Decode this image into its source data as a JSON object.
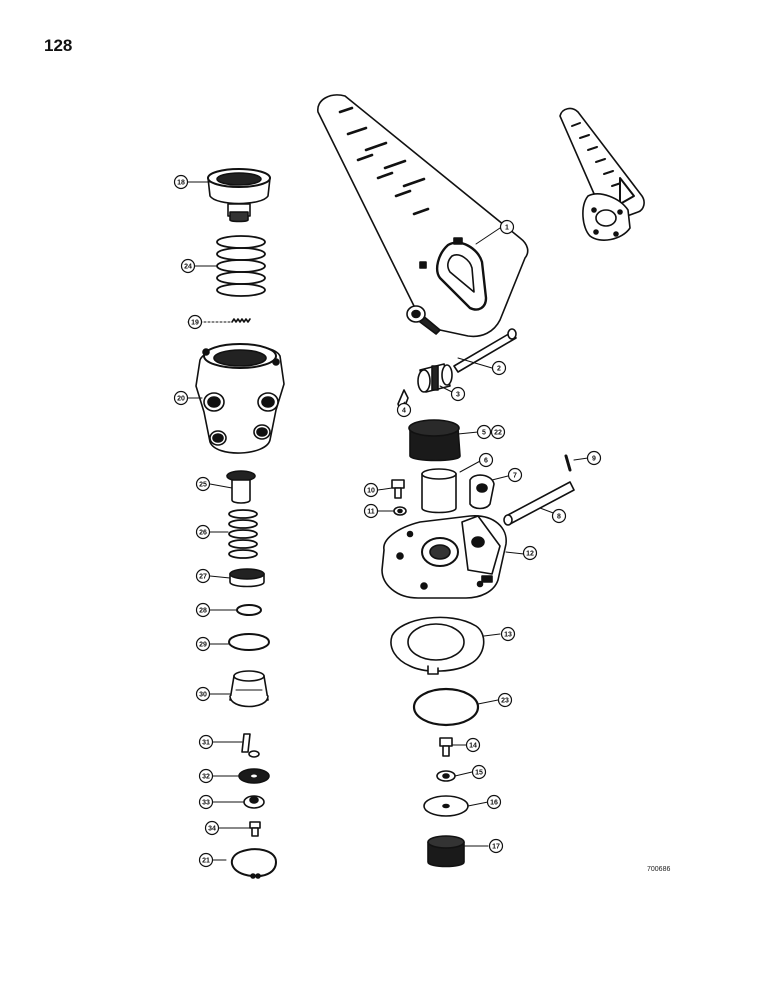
{
  "page": {
    "number": "128",
    "drawing_code": "700686"
  },
  "callouts": [
    "1",
    "2",
    "3",
    "4",
    "5",
    "22",
    "6",
    "7",
    "8",
    "9",
    "10",
    "11",
    "12",
    "13",
    "23",
    "14",
    "15",
    "16",
    "17",
    "18",
    "24",
    "19",
    "20",
    "25",
    "26",
    "27",
    "28",
    "29",
    "30",
    "31",
    "32",
    "33",
    "34",
    "21"
  ]
}
